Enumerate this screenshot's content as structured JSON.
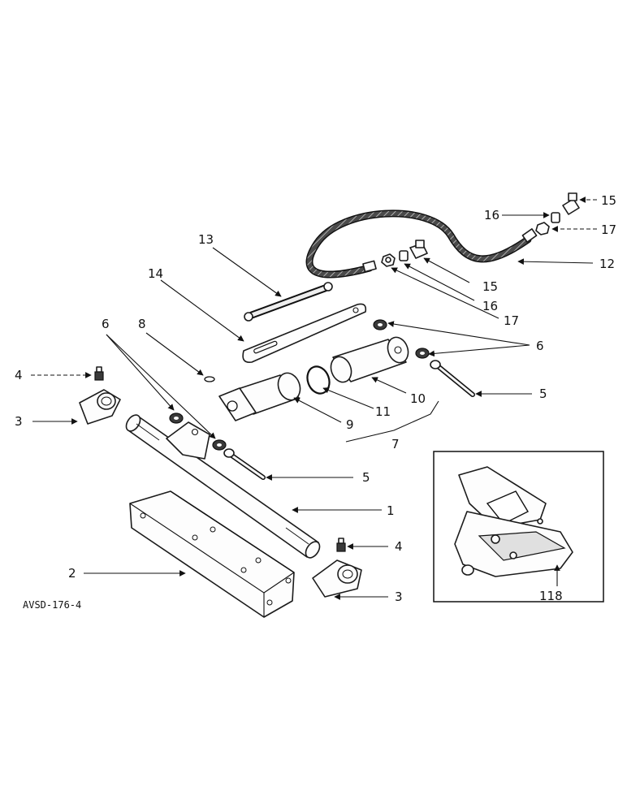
{
  "drawing_id": "AVSD-176-4",
  "callouts": {
    "c1": "1",
    "c2": "2",
    "c3a": "3",
    "c3b": "3",
    "c4a": "4",
    "c4b": "4",
    "c5a": "5",
    "c5b": "5",
    "c6a": "6",
    "c6b": "6",
    "c7": "7",
    "c8": "8",
    "c9": "9",
    "c10": "10",
    "c11": "11",
    "c12": "12",
    "c13": "13",
    "c14": "14",
    "c15a": "15",
    "c15b": "15",
    "c16a": "16",
    "c16b": "16",
    "c17a": "17",
    "c17b": "17",
    "c118": "118"
  }
}
